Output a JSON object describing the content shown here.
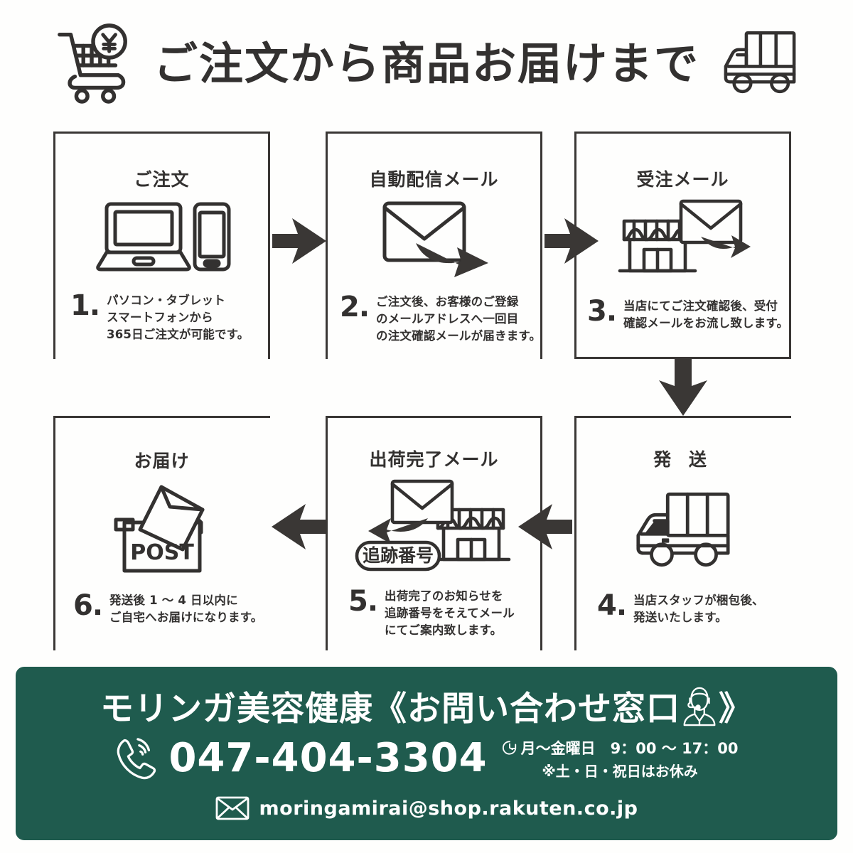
{
  "header": {
    "title": "ご注文から商品お届けまで",
    "left_icon": "shopping-cart-yen-icon",
    "right_icon": "delivery-truck-icon"
  },
  "flow": {
    "steps": [
      {
        "number": "1.",
        "title": "ご注文",
        "icon": "laptop-and-smartphone-icon",
        "description": "パソコン・タブレット\nスマートフォンから\n365日ご注文が可能です。"
      },
      {
        "number": "2.",
        "title": "自動配信メール",
        "icon": "envelope-with-arrow-icon",
        "description": "ご注文後、お客様のご登録\nのメールアドレスへ一回目\nの注文確認メールが届きます。"
      },
      {
        "number": "3.",
        "title": "受注メール",
        "icon": "shop-with-envelope-icon",
        "description": "当店にてご注文確認後、受付\n確認メールをお流し致します。"
      },
      {
        "number": "4.",
        "title": "発 送",
        "icon": "delivery-truck-icon",
        "description": "当店スタッフが梱包後、\n発送いたします。"
      },
      {
        "number": "5.",
        "title": "出荷完了メール",
        "icon": "shop-envelope-tracking-icon",
        "badge": "追跡番号",
        "description": "出荷完了のお知らせを\n追跡番号をそえてメール\nにてご案内致します。"
      },
      {
        "number": "6.",
        "title": "お届け",
        "icon": "post-mailbox-icon",
        "mailbox_label": "POST",
        "description": "発送後 1 〜 4 日以内に\nご自宅へお届けになります。"
      }
    ]
  },
  "banner": {
    "title": "モリンガ美容健康《お問い合わせ窓口",
    "title_close": "》",
    "operator_icon": "operator-headset-icon",
    "phone_icon": "ringing-phone-icon",
    "phone": "047-404-3304",
    "clock_icon": "clock-icon",
    "hours": "月〜金曜日　9：00 〜 17：00",
    "holiday_note": "※土・日・祝日はお休み",
    "mail_icon": "envelope-icon",
    "email": "moringamirai@shop.rakuten.co.jp",
    "background_color": "#1f5b4e",
    "text_color": "#ffffff"
  },
  "colors": {
    "page_background": "#fefefd",
    "line": "#3a3735",
    "text": "#333130",
    "arrow": "#3a3735"
  }
}
